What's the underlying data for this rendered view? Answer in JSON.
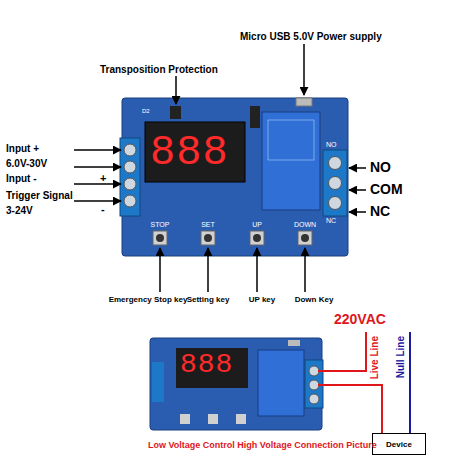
{
  "diagram": {
    "caption": "Low Voltage Control High Voltage Connection Picture",
    "nodes": [
      {
        "text": [
          "Device"
        ]
      }
    ],
    "labels": [
      "Transposition Protection",
      "Micro USB 5.0V Power supply",
      "Input +",
      "6.0V-30V",
      "Input -",
      "Trigger Signal",
      "3-24V",
      "+",
      "-",
      "D2",
      "888",
      "NO",
      "NC",
      "NO",
      "COM",
      "NC",
      "STOP",
      "SET",
      "UP",
      "DOWN",
      "Emergency Stop key",
      "Setting key",
      "UP key",
      "Down Key",
      "220VAC",
      "Live Line",
      "Null Line",
      "888"
    ]
  }
}
